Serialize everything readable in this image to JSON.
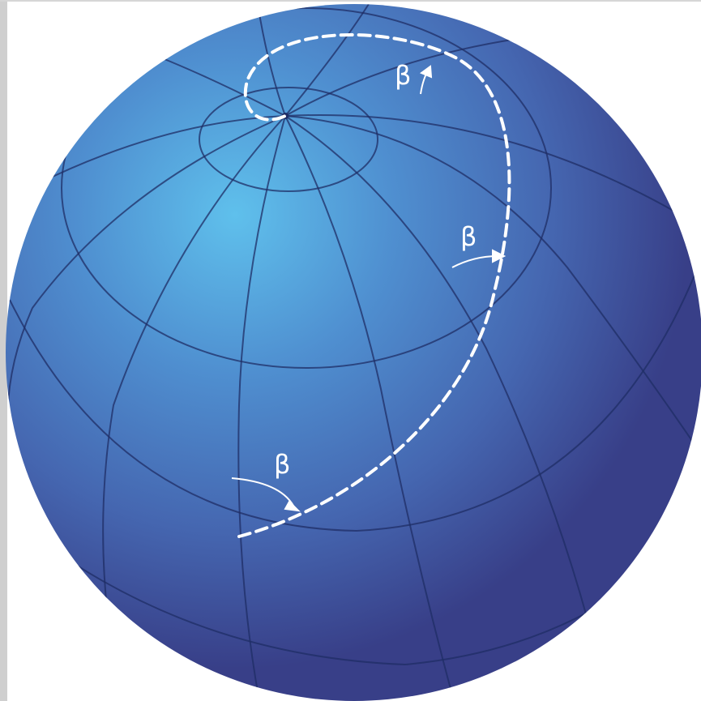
{
  "figure": {
    "angle_symbol": "β",
    "labels": [
      "β",
      "β",
      "β"
    ],
    "colors": {
      "sphere_highlight": "#5fc0ec",
      "sphere_mid": "#4f80c2",
      "sphere_edge": "#3a4590",
      "grid_line": "#1f2d66",
      "loxodrome": "#ffffff",
      "frame_strip": "#cfcfcf"
    }
  }
}
